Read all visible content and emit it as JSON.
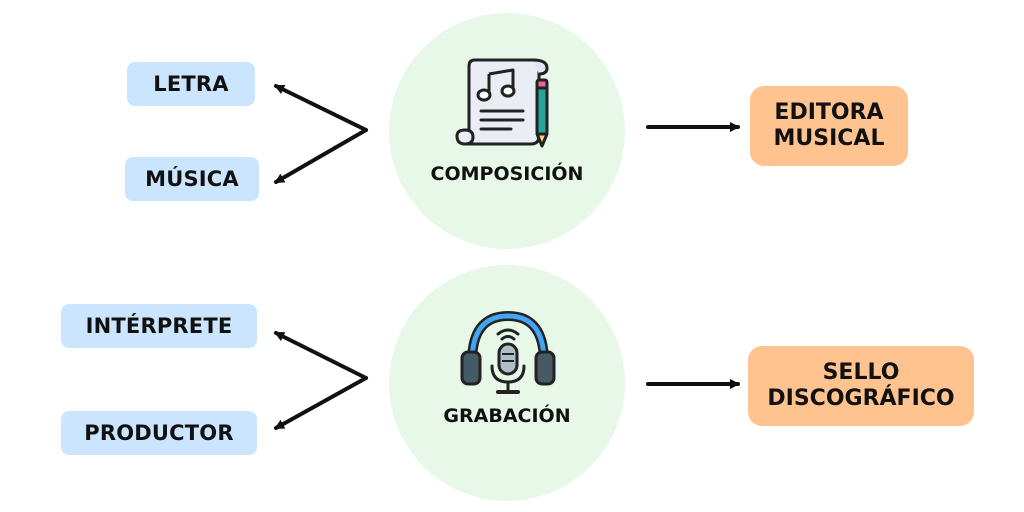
{
  "hubs": {
    "composicion": {
      "label": "COMPOSICIÓN",
      "icon": "music-sheet-pencil-icon",
      "sources": [
        "LETRA",
        "MÚSICA"
      ],
      "target": [
        "EDITORA",
        "MUSICAL"
      ]
    },
    "grabacion": {
      "label": "GRABACIÓN",
      "icon": "headphones-microphone-icon",
      "sources": [
        "INTÉRPRETE",
        "PRODUCTOR"
      ],
      "target": [
        "SELLO",
        "DISCOGRÁFICO"
      ]
    }
  },
  "colors": {
    "circle": "#e7f7e8",
    "source_box": "#cce5ff",
    "target_box": "#ffc38f",
    "arrow": "#111111"
  }
}
